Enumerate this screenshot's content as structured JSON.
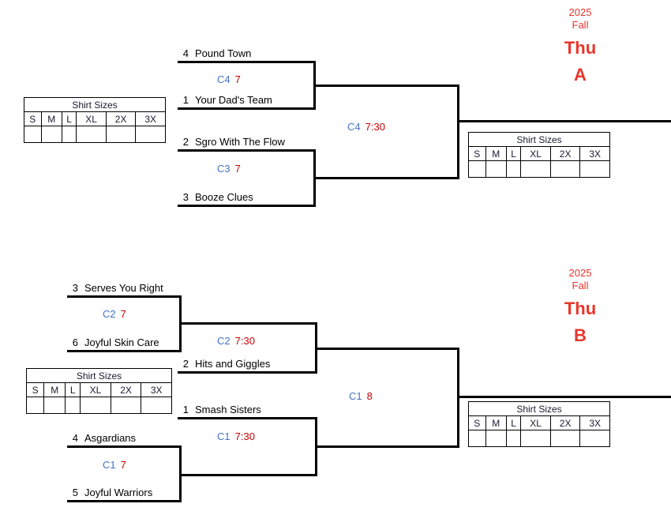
{
  "brackets": [
    {
      "id": "bracket-a",
      "header": {
        "year": "2025",
        "season": "Fall",
        "day": "Thu",
        "division": "A"
      },
      "round1": [
        {
          "teams": [
            {
              "seed": "4",
              "name": "Pound Town"
            },
            {
              "seed": "1",
              "name": "Your Dad's Team"
            }
          ],
          "court": "C4",
          "time": "7"
        },
        {
          "teams": [
            {
              "seed": "2",
              "name": "Sgro With The Flow"
            },
            {
              "seed": "3",
              "name": "Booze Clues"
            }
          ],
          "court": "C3",
          "time": "7"
        }
      ],
      "final": {
        "court": "C4",
        "time": "7:30"
      }
    },
    {
      "id": "bracket-b",
      "header": {
        "year": "2025",
        "season": "Fall",
        "day": "Thu",
        "division": "B"
      },
      "round1": [
        {
          "teams": [
            {
              "seed": "3",
              "name": "Serves You Right"
            },
            {
              "seed": "6",
              "name": "Joyful Skin Care"
            }
          ],
          "court": "C2",
          "time": "7"
        },
        {
          "teams": [
            {
              "seed": "4",
              "name": "Asgardians"
            },
            {
              "seed": "5",
              "name": "Joyful Warriors"
            }
          ],
          "court": "C1",
          "time": "7"
        }
      ],
      "round2": [
        {
          "teams": [
            {
              "seed": "2",
              "name": "Hits and Giggles"
            }
          ],
          "court": "C2",
          "time": "7:30"
        },
        {
          "teams": [
            {
              "seed": "1",
              "name": "Smash Sisters"
            }
          ],
          "court": "C1",
          "time": "7:30"
        }
      ],
      "final": {
        "court": "C1",
        "time": "8"
      }
    }
  ],
  "shirt_table": {
    "title": "Shirt Sizes",
    "sizes": [
      "S",
      "M",
      "L",
      "XL",
      "2X",
      "3X"
    ],
    "counts": [
      "",
      "",
      "",
      "",
      "",
      ""
    ]
  },
  "colors": {
    "court": "#4472c4",
    "time": "#cc0000",
    "header": "#e8352a",
    "line": "#000000"
  }
}
